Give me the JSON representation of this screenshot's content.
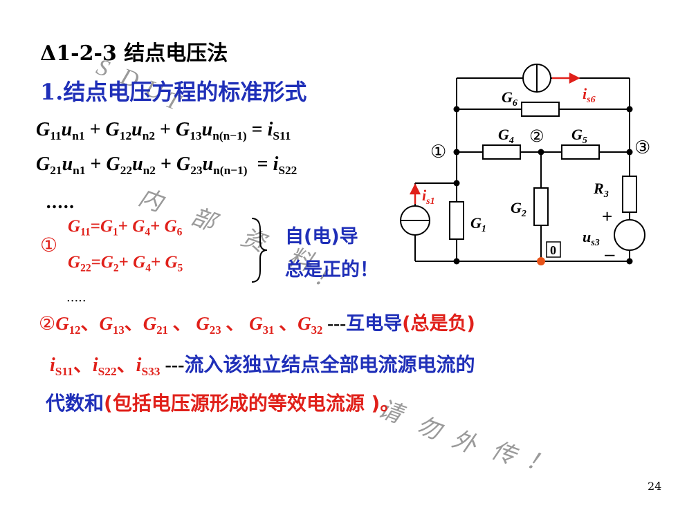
{
  "slide": {
    "title": "Δ1-2-3  结点电压法",
    "heading": "1.结点电压方程的标准形式",
    "equations": [
      {
        "lead": "G",
        "s1": "11",
        "v1": "u",
        "n1": "n1",
        "s2": "12",
        "n2": "n2",
        "s3": "13",
        "n3": "n(n−1)",
        "rhs_sub": "S11"
      },
      {
        "lead": "G",
        "s1": "21",
        "v1": "u",
        "n1": "n1",
        "s2": "22",
        "n2": "n2",
        "s3": "23",
        "n3": "n(n−1)",
        "rhs_sub": "S22"
      }
    ],
    "ellipsis1": ".....",
    "ellipsis2": ".....",
    "marker1": "①",
    "marker2": "②",
    "g11": {
      "lhs": "11",
      "a": "1",
      "b": "4",
      "c": "6"
    },
    "g22": {
      "lhs": "22",
      "a": "2",
      "b": "4",
      "c": "5"
    },
    "self_note_line1": "自(电)导",
    "self_note_line2": "总是正的！",
    "mutual_list": [
      "12",
      "13",
      "21",
      "23",
      "31",
      "32"
    ],
    "mutual_sep": "、",
    "mutual_dash": "---",
    "mutual_text": "互电导",
    "mutual_note": "(总是负)",
    "source_subs": [
      "S11",
      "S22",
      "S33"
    ],
    "source_text_line1": "流入该独立结点全部电流源电流的",
    "source_text_line2a": "代数和",
    "source_text_line2b": "(包括电压源形成的等效电流源 )。",
    "page_number": "24",
    "watermark": [
      "S",
      "D",
      "U",
      "T",
      "内",
      "部",
      "资",
      "料",
      "！",
      "请",
      "勿",
      "外",
      "传",
      "！"
    ]
  },
  "circuit": {
    "node1": "①",
    "node2": "②",
    "node3": "③",
    "node0": "0",
    "G1": "1",
    "G2": "2",
    "G4": "4",
    "G5": "5",
    "G6": "6",
    "R3": "3",
    "is1": "s1",
    "is6": "s6",
    "us3": "s3",
    "plus": "+",
    "minus": "–"
  },
  "colors": {
    "text_blue": "#1f2fb8",
    "text_red": "#e0201a",
    "node_orange": "#e8541a",
    "arrow_red": "#e0201a"
  }
}
